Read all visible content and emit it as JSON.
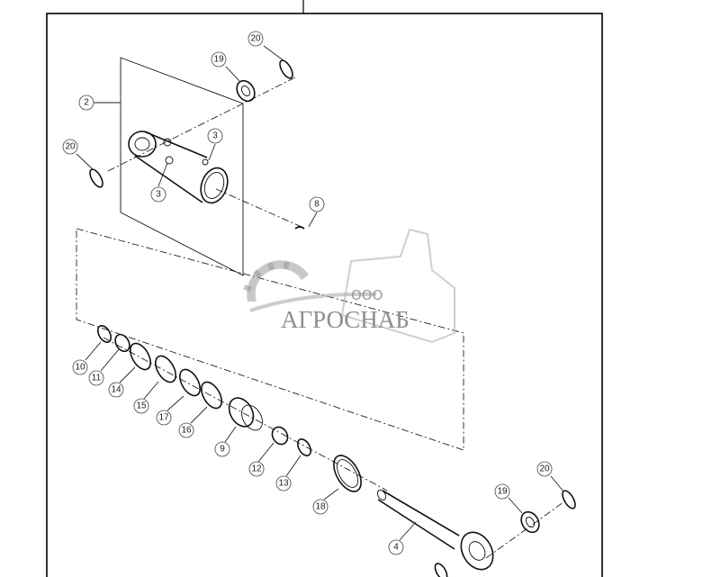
{
  "diagram": {
    "callouts": [
      "20",
      "19",
      "2",
      "3",
      "3",
      "20",
      "8",
      "10",
      "11",
      "14",
      "15",
      "17",
      "16",
      "9",
      "12",
      "13",
      "18",
      "4",
      "19",
      "20"
    ]
  },
  "watermark": {
    "prefix": "ООО",
    "name": "АГРОСНАБ"
  }
}
